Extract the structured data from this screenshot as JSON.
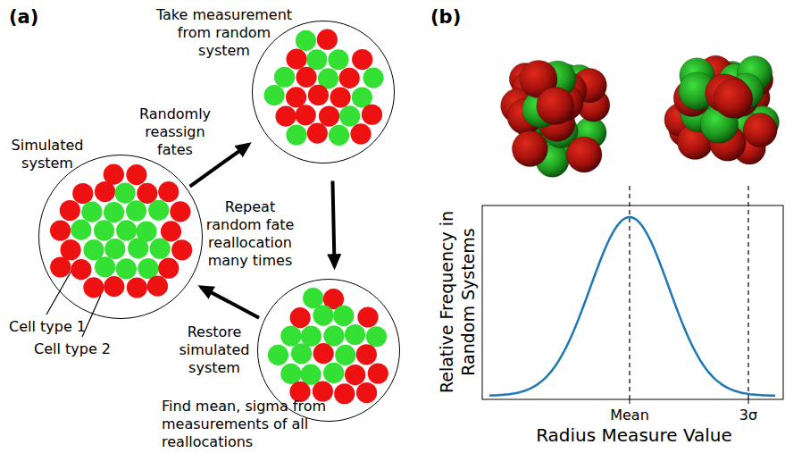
{
  "diagram": {
    "nodes": [
      {
        "text": [
          "Simulated system"
        ]
      },
      {
        "text": [
          "Take measurement from random system"
        ]
      },
      {
        "text": [
          "Find mean, sigma from measurements of all reallocations"
        ]
      }
    ],
    "edges": [
      {
        "from": 0,
        "to": 1,
        "arrow": "to",
        "label": "Randomly reassign fates"
      },
      {
        "from": 1,
        "to": 2,
        "arrow": "to",
        "label": "Repeat random fate reallocation many times"
      },
      {
        "from": 2,
        "to": 0,
        "arrow": "to",
        "label": "Restore simulated system"
      }
    ],
    "labels": [
      "(a)",
      "(b)",
      "Cell type 1",
      "Cell type 2",
      "Relative Frequency in Random Systems",
      "Radius Measure Value",
      "Mean",
      "3σ"
    ]
  }
}
